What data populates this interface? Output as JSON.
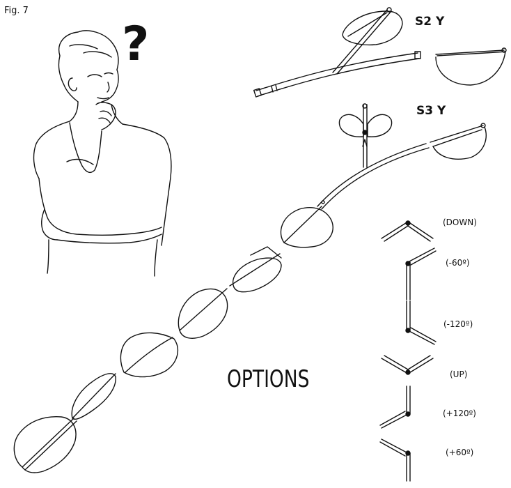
{
  "figure_label": "Fig. 7",
  "question_mark": "?",
  "models": {
    "s2y": "S2 Y",
    "s3y": "S3 Y"
  },
  "options_title": "OPTIONS",
  "angle_options": [
    "(DOWN)",
    "(-60º)",
    "(-120º)",
    "(UP)",
    "(+120º)",
    "(+60º)"
  ]
}
